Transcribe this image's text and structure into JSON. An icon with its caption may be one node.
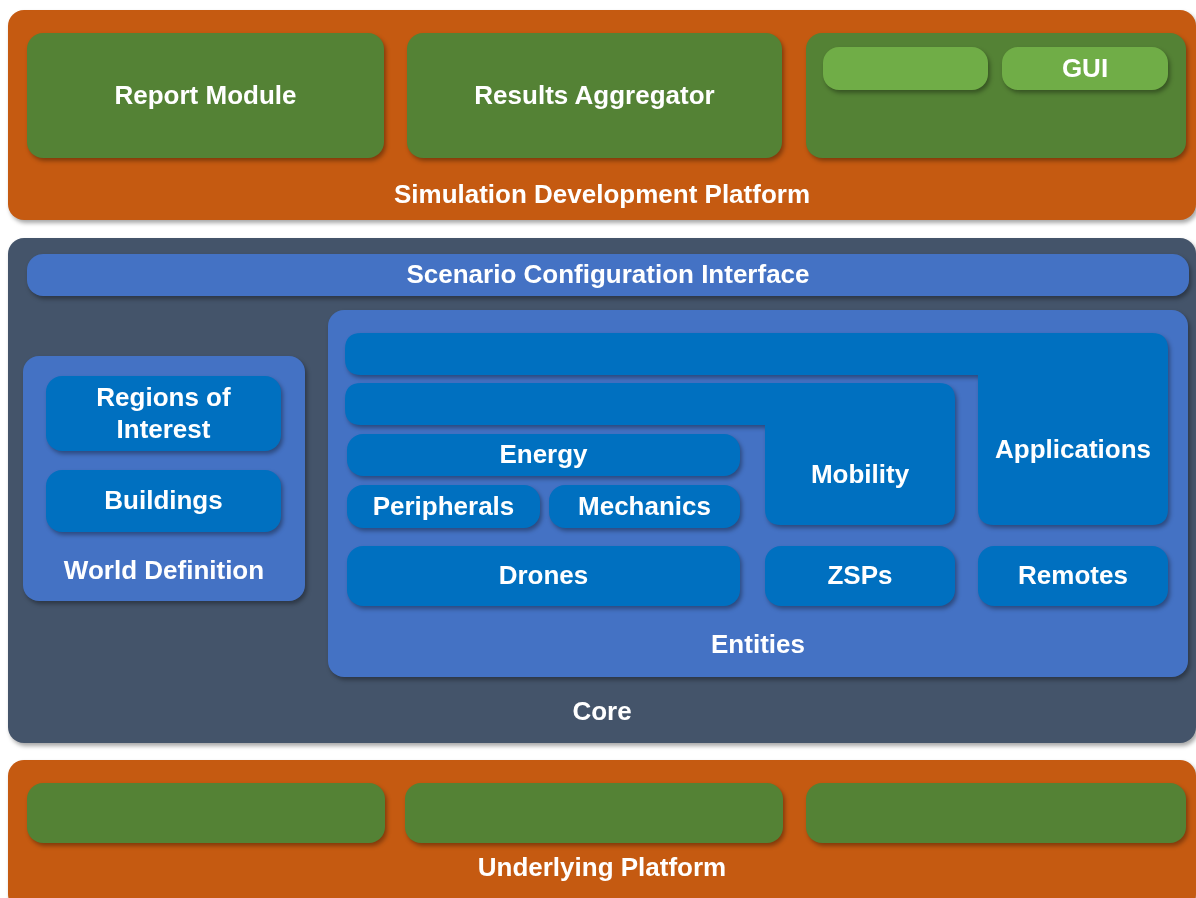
{
  "diagram": {
    "nodes": [
      {
        "text": [
          "Simulation Development Platform"
        ]
      },
      {
        "text": [
          "Report Module"
        ],
        "in": 0
      },
      {
        "text": [
          "Results Aggregator"
        ],
        "in": 0
      },
      {
        "text": [],
        "shape": "box",
        "in": 0
      },
      {
        "text": [],
        "shape": "box",
        "in": 3
      },
      {
        "text": [
          "GUI"
        ],
        "in": 3
      },
      {
        "text": [
          "Core"
        ]
      },
      {
        "text": [
          "Scenario Configuration Interface"
        ],
        "in": 6
      },
      {
        "text": [
          "World Definition"
        ],
        "in": 6
      },
      {
        "text": [
          "Regions of Interest"
        ],
        "in": 8
      },
      {
        "text": [
          "Buildings"
        ],
        "in": 8
      },
      {
        "text": [
          "Entities"
        ],
        "in": 6
      },
      {
        "text": [
          "Applications"
        ],
        "in": 11
      },
      {
        "text": [
          "Mobility"
        ],
        "in": 11
      },
      {
        "text": [
          "Energy"
        ],
        "in": 11
      },
      {
        "text": [
          "Peripherals"
        ],
        "in": 11
      },
      {
        "text": [
          "Mechanics"
        ],
        "in": 11
      },
      {
        "text": [
          "Drones"
        ],
        "in": 11
      },
      {
        "text": [
          "ZSPs"
        ],
        "in": 11
      },
      {
        "text": [
          "Remotes"
        ],
        "in": 11
      },
      {
        "text": [
          "Underlying Platform"
        ]
      },
      {
        "text": [],
        "shape": "box",
        "in": 20
      },
      {
        "text": [],
        "shape": "box",
        "in": 20
      },
      {
        "text": [],
        "shape": "box",
        "in": 20
      }
    ],
    "edges": []
  }
}
